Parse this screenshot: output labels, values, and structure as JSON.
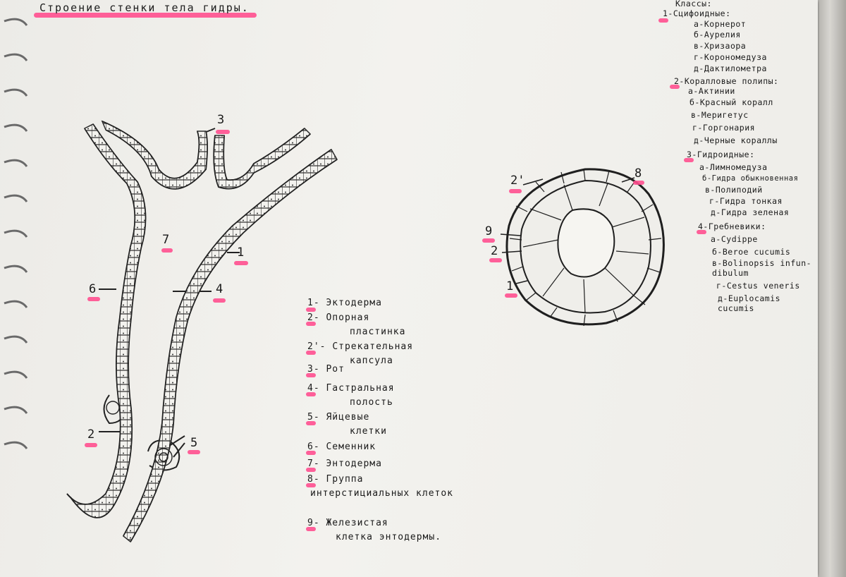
{
  "title": "Строение стенки тела гидры.",
  "labels": {
    "l1": "1",
    "l2": "2",
    "l3": "3",
    "l4": "4",
    "l5": "5",
    "l6": "6",
    "l7": "7",
    "c1": "1",
    "c2": "2",
    "c2p": "2'",
    "c8": "8",
    "c9": "9"
  },
  "legend": [
    {
      "num": "1-",
      "text": "Эктодерма",
      "cont": ""
    },
    {
      "num": "2-",
      "text": "Опорная",
      "cont": "пластинка"
    },
    {
      "num": "2'-",
      "text": "Стрекательная",
      "cont": "капсула"
    },
    {
      "num": "3-",
      "text": "Рот",
      "cont": ""
    },
    {
      "num": "4-",
      "text": "Гастральная",
      "cont": "полость"
    },
    {
      "num": "5-",
      "text": "Яйцевые",
      "cont": "клетки"
    },
    {
      "num": "6-",
      "text": "Семенник",
      "cont": ""
    },
    {
      "num": "7-",
      "text": "Энтодерма",
      "cont": ""
    },
    {
      "num": "8-",
      "text": "Группа",
      "cont": "интерстициальных клеток"
    },
    {
      "num": "9-",
      "text": "Железистая",
      "cont": "клетка энтодермы."
    }
  ],
  "classes": {
    "heading": "Классы:",
    "groups": [
      {
        "name": "1-Сцифоидные:",
        "items": [
          "а-Корнерот",
          "б-Аурелия",
          "в-Хризаора",
          "г-Корономедуза",
          "д-Дактилометра"
        ]
      },
      {
        "name": "2-Коралловые полипы:",
        "items": [
          "а-Актинии",
          "б-Красный коралл",
          "в-Меригетус",
          "г-Горгонария",
          "д-Черные кораллы"
        ]
      },
      {
        "name": "3-Гидроидные:",
        "items": [
          "а-Лимномедуза",
          "б-Гидра обыкновенная",
          "в-Полиподий",
          "г-Гидра тонкая",
          "д-Гидра зеленая"
        ]
      },
      {
        "name": "4-Гребневики:",
        "items": [
          "а-Cydippe",
          "б-Beroe cucumis",
          "в-Bolinopsis infun-dibulum",
          "г-Cestus veneris",
          "д-Euplocamis cucumis"
        ]
      }
    ]
  },
  "colors": {
    "highlight": "#ff4f8f",
    "ink": "#1a1a1a",
    "paper": "#f1f0ec"
  }
}
